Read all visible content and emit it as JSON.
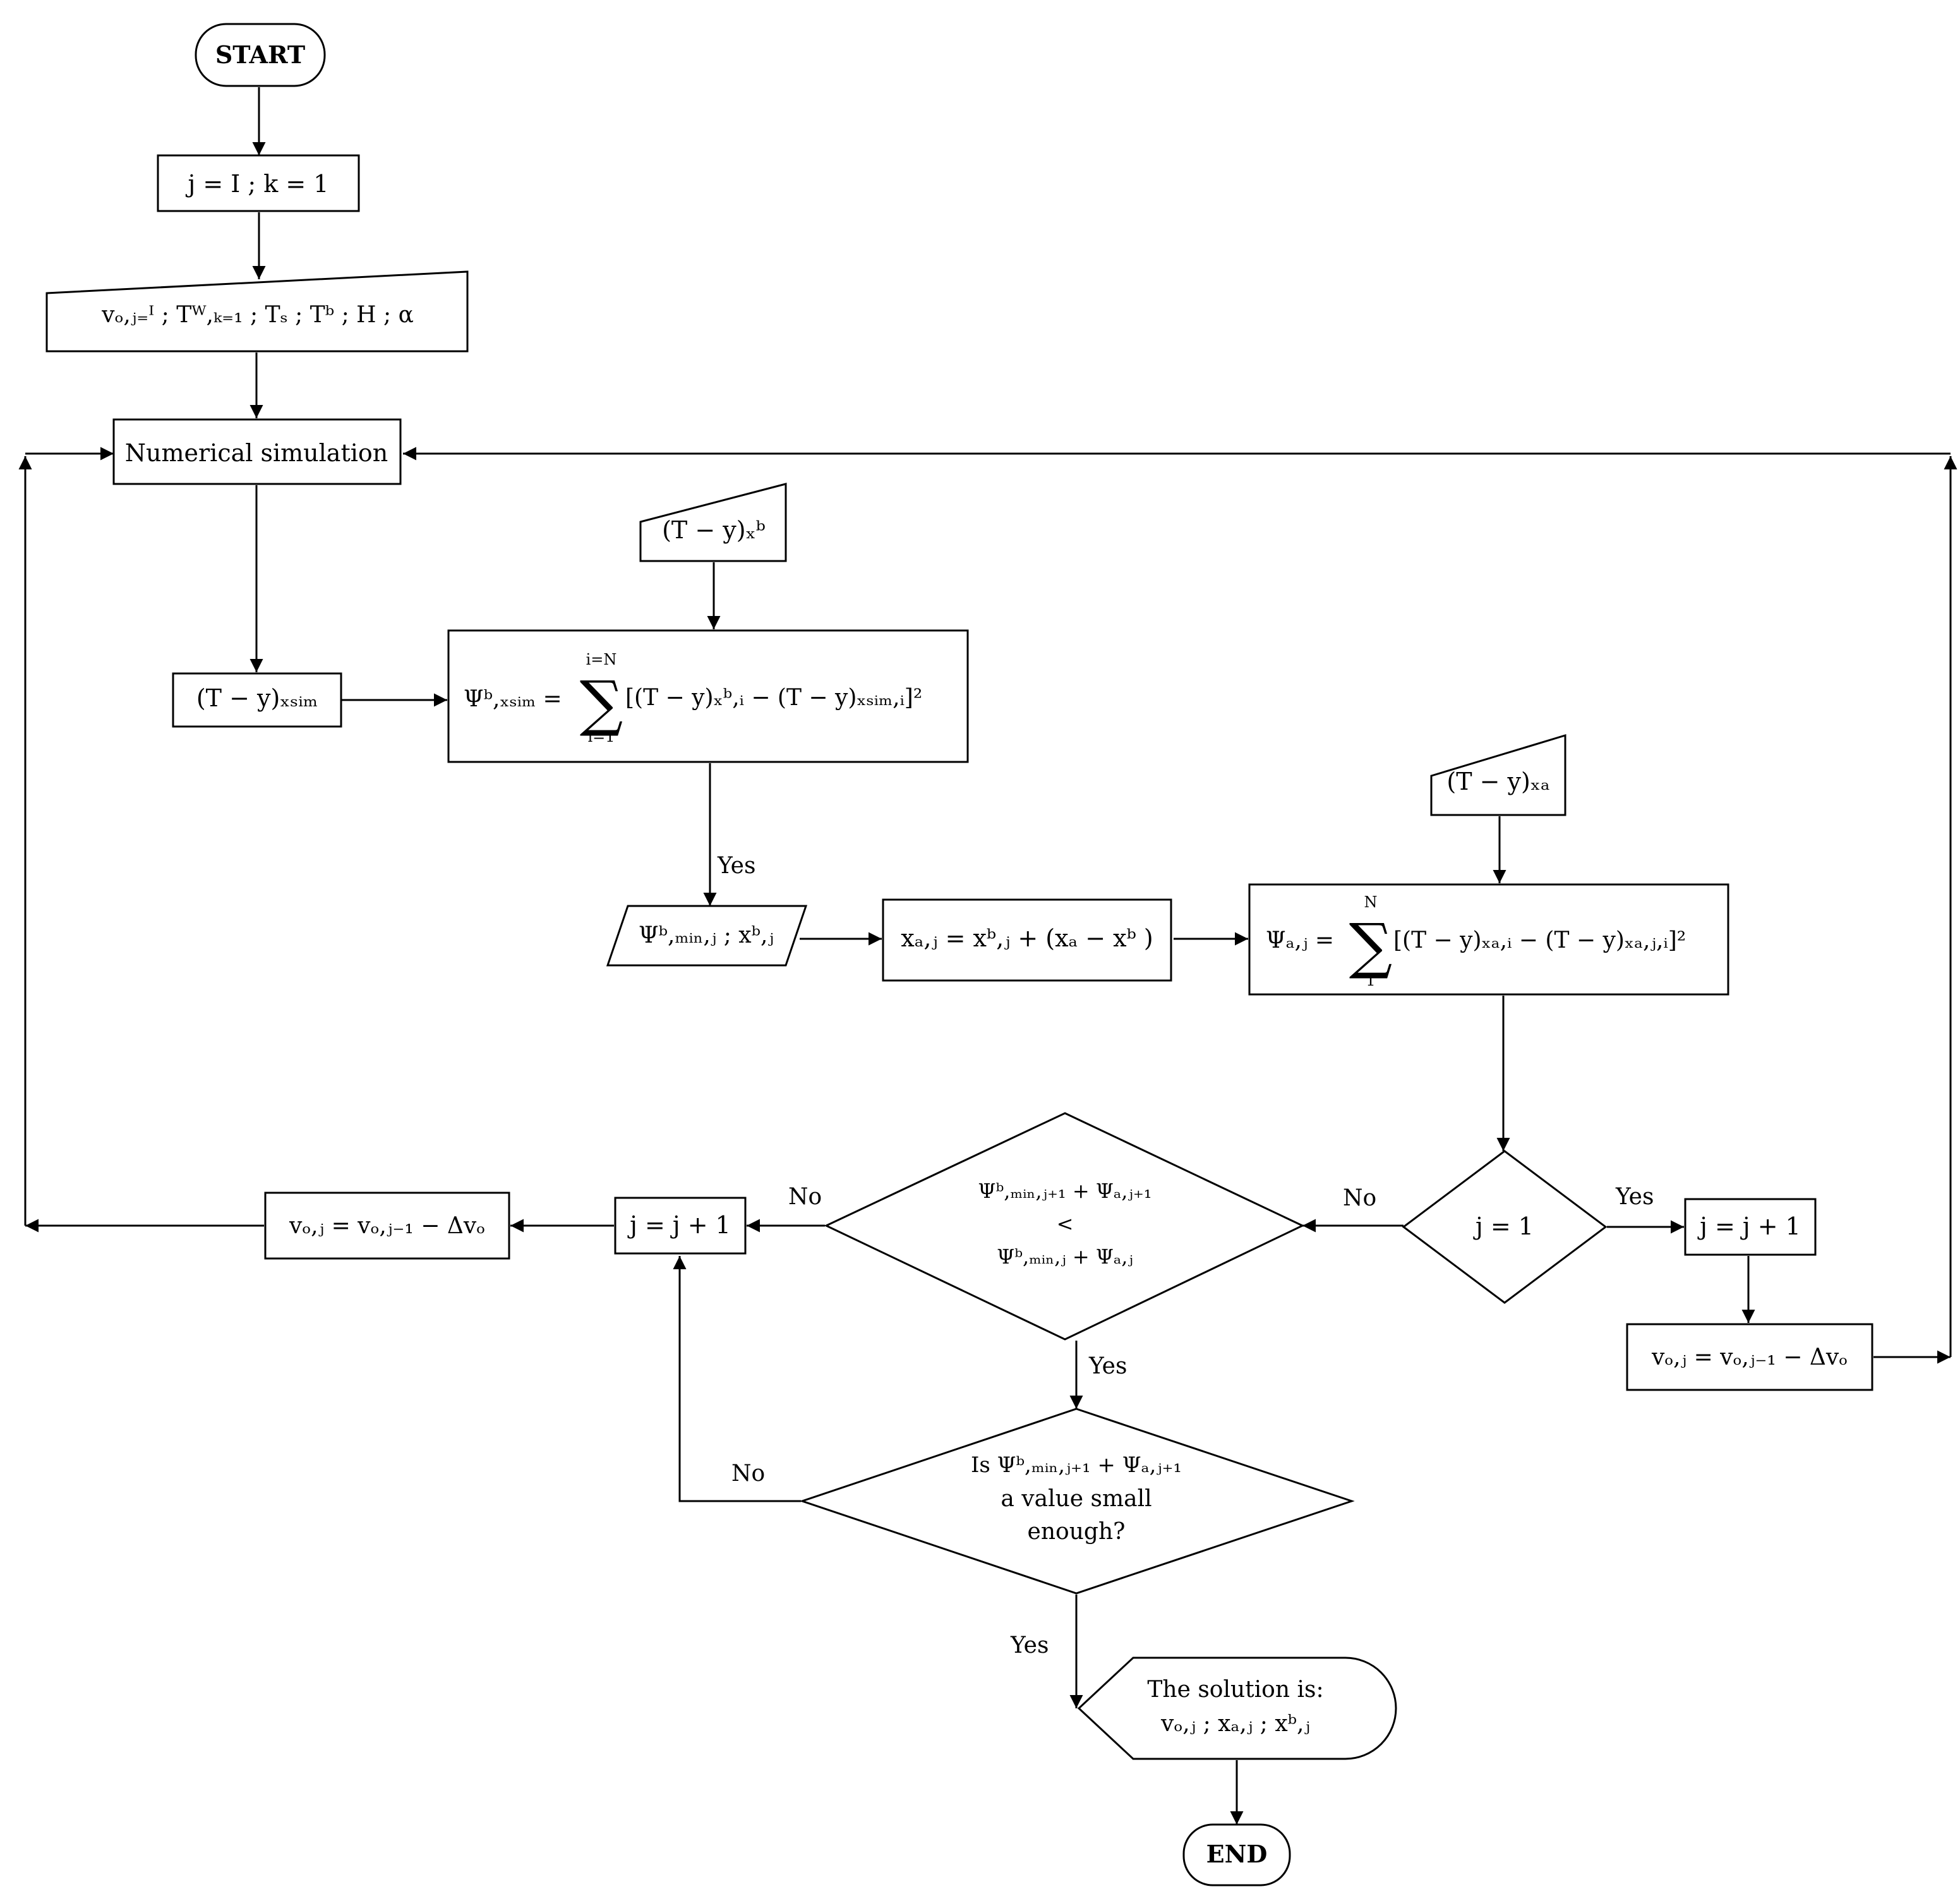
{
  "nodes": {
    "start": "START",
    "init": "j = I ; k = 1",
    "input_params": "vₒ,ⱼ₌ᴵ ; Tᵂ,ₖ₌₁ ; Tₛ ; Tᵇ ; H ; α",
    "simulation": "Numerical simulation",
    "input_tyxb": "(T − y)ₓᵇ",
    "sim_output": "(T − y)ₓₛᵢₘ",
    "psi_b_lhs": "Ψᵇ,ₓₛᵢₘ =",
    "psi_b_upper": "i=N",
    "psi_b_lower": "i=1",
    "psi_b_body": "[(T − y)ₓᵇ,ᵢ − (T − y)ₓₛᵢₘ,ᵢ]²",
    "input_tyxa": "(T − y)ₓₐ",
    "psi_bmin_out": "Ψᵇ,ₘᵢₙ,ⱼ ; xᵇ,ⱼ",
    "xaj": "xₐ,ⱼ = xᵇ,ⱼ + (xₐ − xᵇ )",
    "psi_a_lhs": "Ψₐ,ⱼ =",
    "psi_a_upper": "N",
    "psi_a_lower": "1",
    "psi_a_body": "[(T − y)ₓₐ,ᵢ − (T − y)ₓₐ,ⱼ,ᵢ]²",
    "decision_j1": "j = 1",
    "inc_right": "j = j + 1",
    "update_right": "vₒ,ⱼ = vₒ,ⱼ₋₁ − Δvₒ",
    "decision_cmp_top": "Ψᵇ,ₘᵢₙ,ⱼ₊₁ + Ψₐ,ⱼ₊₁",
    "decision_cmp_mid": "<",
    "decision_cmp_bottom": "Ψᵇ,ₘᵢₙ,ⱼ + Ψₐ,ⱼ",
    "inc_left": "j = j + 1",
    "update_left": "vₒ,ⱼ = vₒ,ⱼ₋₁ − Δvₒ",
    "decision_small_l1": "Is Ψᵇ,ₘᵢₙ,ⱼ₊₁ + Ψₐ,ⱼ₊₁",
    "decision_small_l2": "a value small",
    "decision_small_l3": "enough?",
    "solution_l1": "The solution is:",
    "solution_l2": "vₒ,ⱼ ; xₐ,ⱼ ; xᵇ,ⱼ",
    "end": "END"
  },
  "edge_labels": {
    "yes_psi_b": "Yes",
    "no_j1": "No",
    "yes_j1": "Yes",
    "no_cmp": "No",
    "yes_cmp": "Yes",
    "no_small": "No",
    "yes_small": "Yes"
  }
}
